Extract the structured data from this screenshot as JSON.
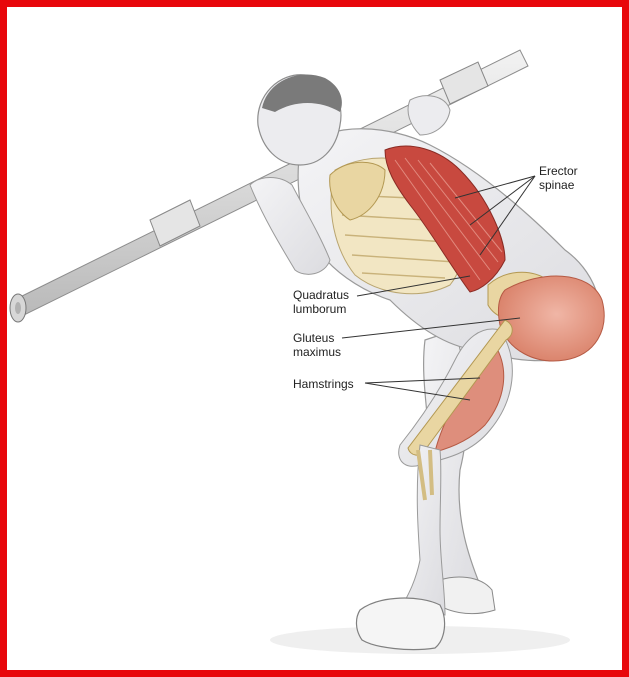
{
  "labels": {
    "erector": [
      "Erector",
      "spinae"
    ],
    "quadratus": [
      "Quadratus",
      "lumborum"
    ],
    "gluteus": [
      "Gluteus",
      "maximus"
    ],
    "hamstrings": [
      "Hamstrings"
    ]
  },
  "colors": {
    "frame": "#e8070b",
    "muscle": "#c8493f",
    "bone": "#e9d6a2",
    "skin": "#ececef",
    "outline": "#8a8a8a",
    "background": "#ffffff"
  }
}
